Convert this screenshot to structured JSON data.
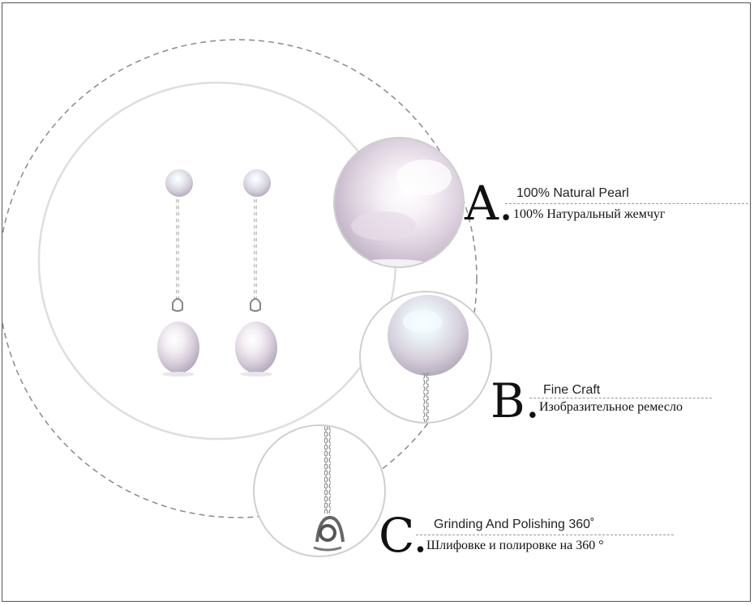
{
  "features": [
    {
      "letter": "A.",
      "title_en": "100% Natural Pearl",
      "title_ru": "100% Натуральный жемчуг"
    },
    {
      "letter": "B.",
      "title_en": "Fine Craft",
      "title_ru": "Изобразительное ремесло"
    },
    {
      "letter": "C.",
      "title_en": "Grinding And Polishing 360˚",
      "title_ru": "Шлифовке и полировке на 360 °"
    }
  ]
}
